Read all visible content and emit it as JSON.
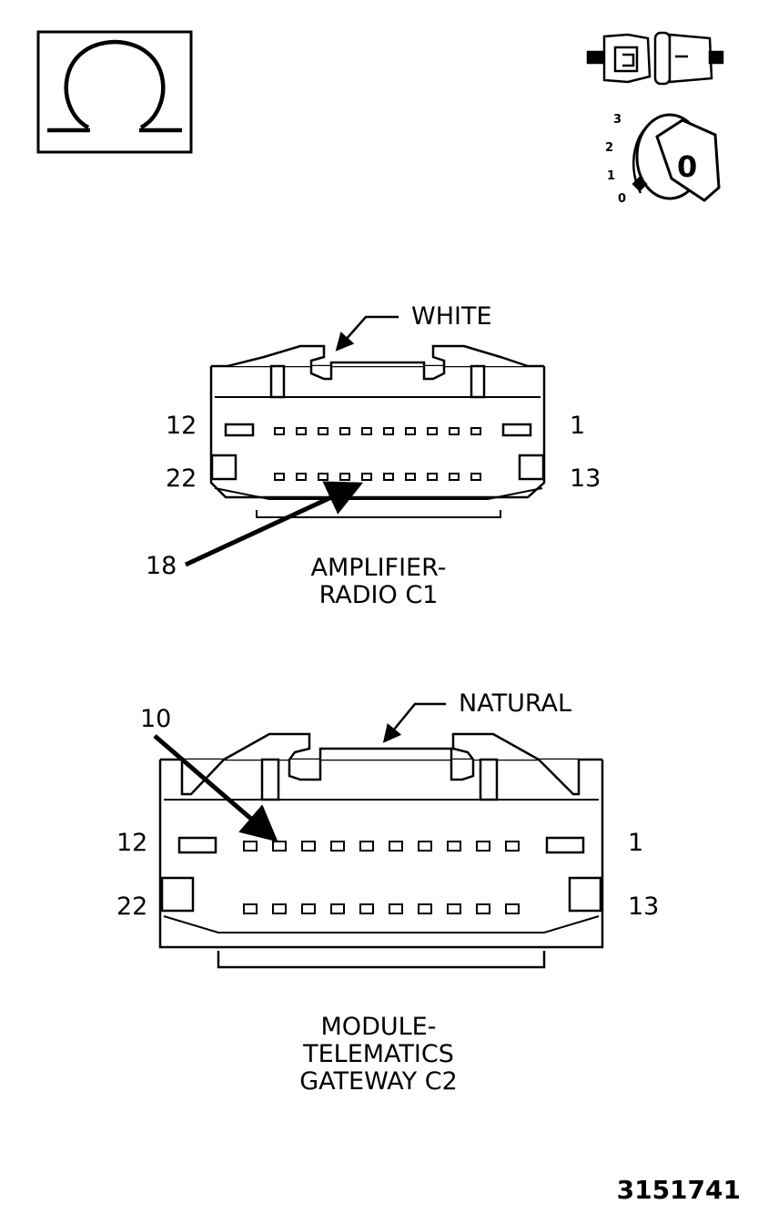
{
  "ohm_symbol": "Ω",
  "ignition": {
    "positions": [
      "3",
      "2",
      "1",
      "0"
    ],
    "key_label": "0"
  },
  "connector_c1": {
    "color_callout": "WHITE",
    "pin_labels": {
      "top_left": "12",
      "top_right": "1",
      "bottom_left": "22",
      "bottom_right": "13"
    },
    "pointer_pin": "18",
    "name_line1": "AMPLIFIER-",
    "name_line2": "RADIO C1"
  },
  "connector_c2": {
    "color_callout": "NATURAL",
    "pin_labels": {
      "top_left": "12",
      "top_right": "1",
      "bottom_left": "22",
      "bottom_right": "13"
    },
    "pointer_pin": "10",
    "name_line1": "MODULE-",
    "name_line2": "TELEMATICS",
    "name_line3": "GATEWAY C2"
  },
  "figure_number": "3151741"
}
